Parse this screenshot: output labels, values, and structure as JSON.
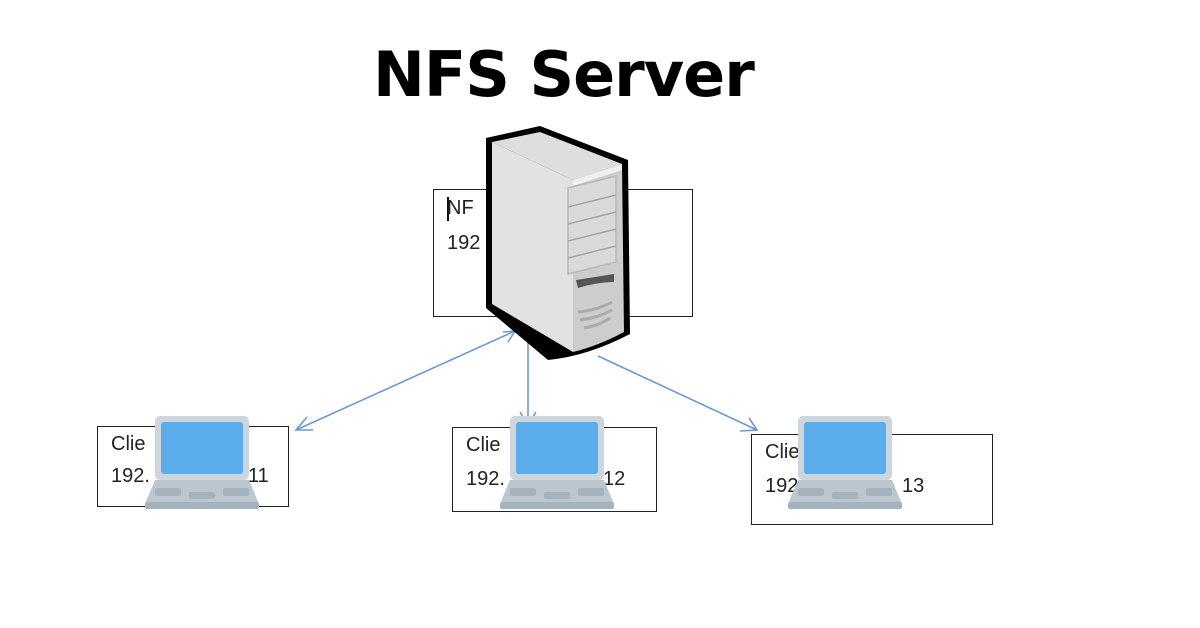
{
  "title": "NFS Server",
  "server": {
    "label_visible": "NF",
    "ip_visible": "192",
    "icon": "server-tower-icon"
  },
  "clients": [
    {
      "label_visible": "Clie",
      "ip_left_visible": "192.",
      "ip_right_visible": "11",
      "icon": "laptop-icon"
    },
    {
      "label_visible": "Clie",
      "ip_left_visible": "192.",
      "ip_right_visible": "12",
      "icon": "laptop-icon"
    },
    {
      "label_visible": "Clie",
      "ip_left_visible": "192",
      "ip_right_visible": "13",
      "icon": "laptop-icon"
    }
  ],
  "colors": {
    "connector": "#6a9ad4",
    "laptop_screen": "#5aacea",
    "laptop_body": "#cdd6dd",
    "server_body": "#d4d4d4",
    "box_border": "#222222"
  }
}
